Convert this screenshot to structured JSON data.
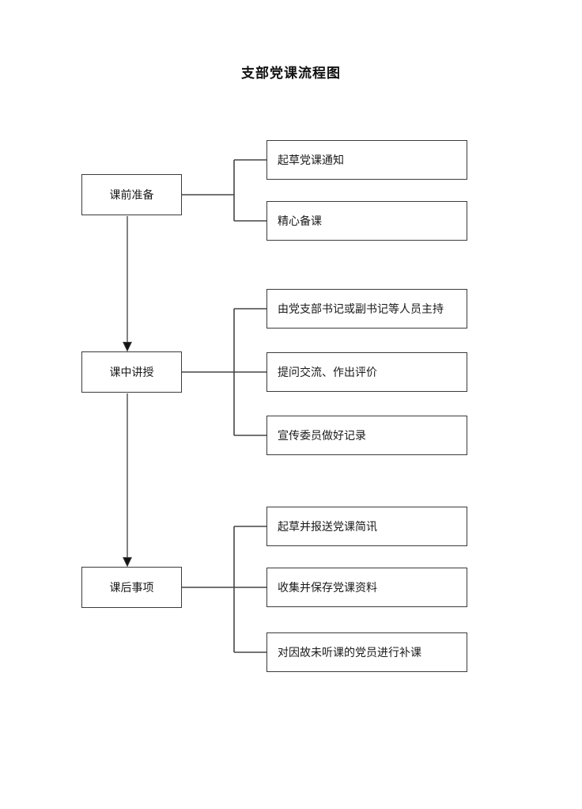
{
  "title": "支部党课流程图",
  "colors": {
    "background": "#ffffff",
    "box_border": "#3b3b3b",
    "connector_line": "#454545",
    "text": "#1a1a1a"
  },
  "flowchart": {
    "stages": [
      {
        "label": "课前准备",
        "steps": [
          "起草党课通知",
          "精心备课"
        ]
      },
      {
        "label": "课中讲授",
        "steps": [
          "由党支部书记或副书记等人员主持",
          "提问交流、作出评价",
          "宣传委员做好记录"
        ]
      },
      {
        "label": "课后事项",
        "steps": [
          "起草并报送党课简讯",
          "收集并保存党课资料",
          "对因故未听课的党员进行补课"
        ]
      }
    ]
  }
}
